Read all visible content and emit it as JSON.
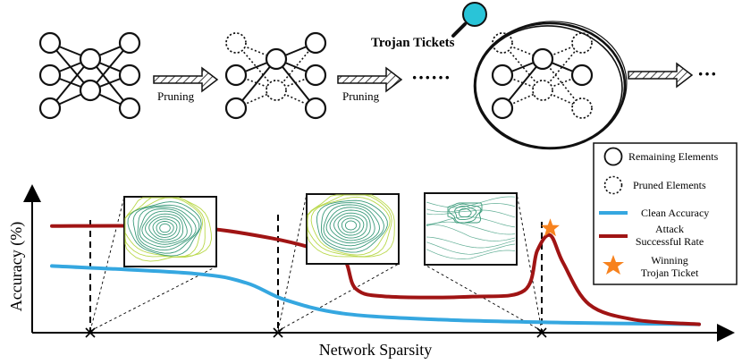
{
  "top": {
    "pruning_label_1": "Pruning",
    "pruning_label_2": "Pruning",
    "trojan_tickets_title": "Trojan Tickets",
    "ellipsis_1": "······",
    "ellipsis_2": "···",
    "magnifier_color": "#29c4d8"
  },
  "legend": {
    "remaining": "Remaining Elements",
    "pruned": "Pruned Elements",
    "clean": "Clean Accuracy",
    "attack_line1": "Attack",
    "attack_line2": "Successful Rate",
    "winning_line1": "Winning",
    "winning_line2": "Trojan Ticket"
  },
  "axes": {
    "xlabel": "Network Sparsity",
    "ylabel": "Accuracy (%)"
  },
  "colors": {
    "clean": "#35a7e0",
    "attack": "#a01414",
    "star": "#f7821e",
    "contour": "#3a9a7a",
    "contour_light": "#b9d84a"
  },
  "chart_data": {
    "type": "line",
    "xlabel": "Network Sparsity",
    "ylabel": "Accuracy (%)",
    "series": [
      {
        "name": "Clean Accuracy",
        "points": [
          [
            0,
            0.4
          ],
          [
            0.22,
            0.35
          ],
          [
            0.3,
            0.29
          ],
          [
            0.36,
            0.18
          ],
          [
            0.45,
            0.09
          ],
          [
            0.6,
            0.05
          ],
          [
            0.8,
            0.03
          ],
          [
            1.0,
            0.02
          ]
        ]
      },
      {
        "name": "Attack Successful Rate",
        "points": [
          [
            0,
            0.66
          ],
          [
            0.17,
            0.66
          ],
          [
            0.25,
            0.64
          ],
          [
            0.34,
            0.58
          ],
          [
            0.4,
            0.52
          ],
          [
            0.45,
            0.45
          ],
          [
            0.47,
            0.25
          ],
          [
            0.52,
            0.2
          ],
          [
            0.65,
            0.2
          ],
          [
            0.73,
            0.24
          ],
          [
            0.75,
            0.5
          ],
          [
            0.77,
            0.6
          ],
          [
            0.79,
            0.42
          ],
          [
            0.83,
            0.15
          ],
          [
            0.9,
            0.05
          ],
          [
            1.0,
            0.02
          ]
        ]
      }
    ],
    "markers": [
      {
        "name": "Winning Trojan Ticket",
        "x": 0.77,
        "y": 0.61
      }
    ]
  }
}
